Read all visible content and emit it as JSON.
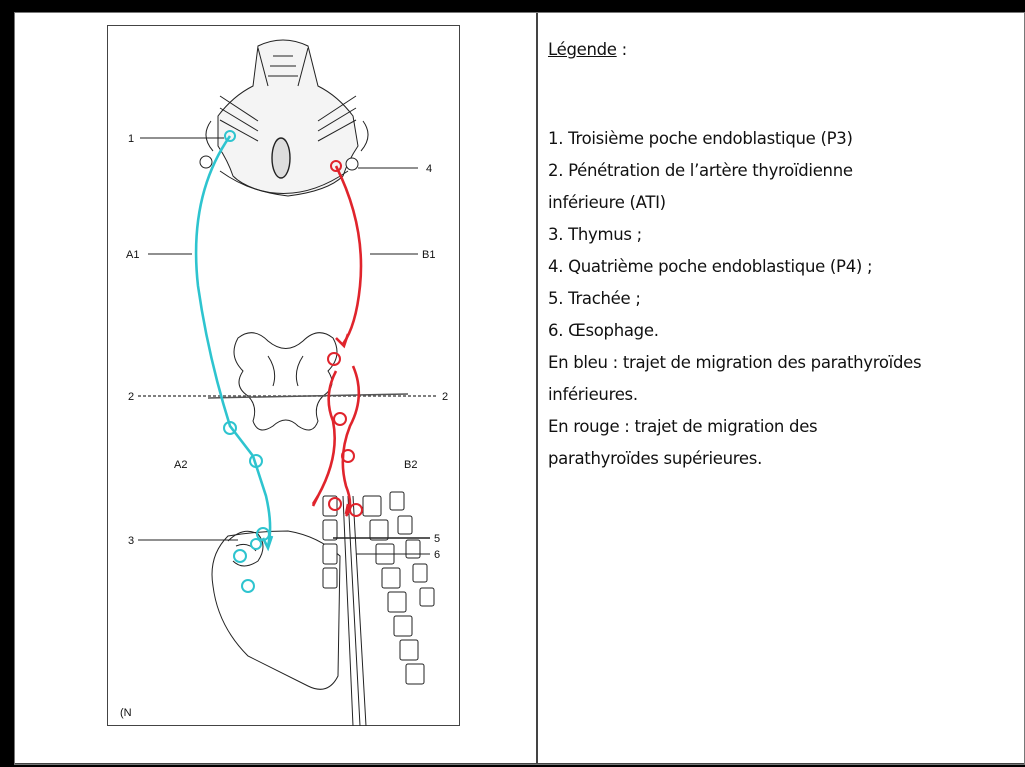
{
  "figure": {
    "labels": {
      "l1": "1",
      "l2_left": "2",
      "l2_right": "2",
      "l3": "3",
      "l4": "4",
      "l5": "5",
      "l6": "6",
      "a1": "A1",
      "b1": "B1",
      "a2": "A2",
      "b2": "B2",
      "signature": "(N"
    },
    "colors": {
      "inferior_path": "#2ec4cf",
      "superior_path": "#e0242c",
      "ink": "#222222"
    }
  },
  "legend": {
    "title": "Légende",
    "title_suffix": " :",
    "lines": [
      "1. Troisième poche endoblastique (P3)",
      "2. Pénétration de l’artère thyroïdienne",
      "inférieure (ATI)",
      "3. Thymus ;",
      "4. Quatrième poche endoblastique (P4) ;",
      "5. Trachée ;",
      "6. Œsophage.",
      "En bleu : trajet de migration des parathyroïdes",
      "inférieures.",
      "En rouge : trajet de migration des",
      "parathyroïdes supérieures."
    ]
  }
}
